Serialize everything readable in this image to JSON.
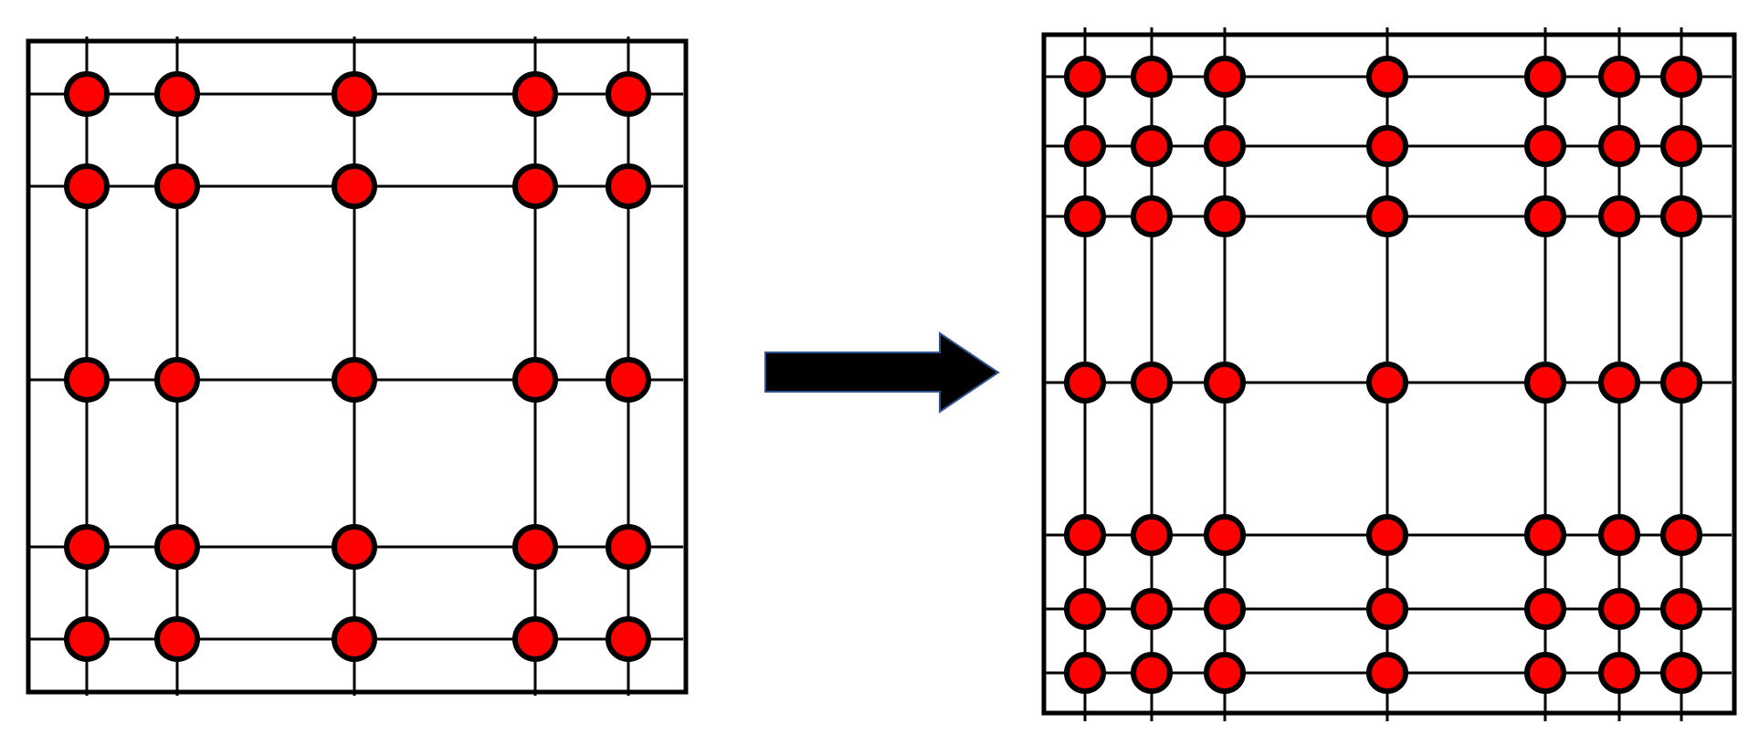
{
  "colors": {
    "node_fill": "#ff0000",
    "node_stroke": "#000000",
    "line": "#000000",
    "arrow_fill": "#000000",
    "arrow_stroke": "#2f5597"
  },
  "grids": [
    {
      "name": "coarse-grid",
      "rows": 5,
      "cols": 5
    },
    {
      "name": "refined-grid",
      "rows": 7,
      "cols": 7
    }
  ],
  "arrow": {
    "direction": "right",
    "icon": "right-arrow-icon"
  }
}
